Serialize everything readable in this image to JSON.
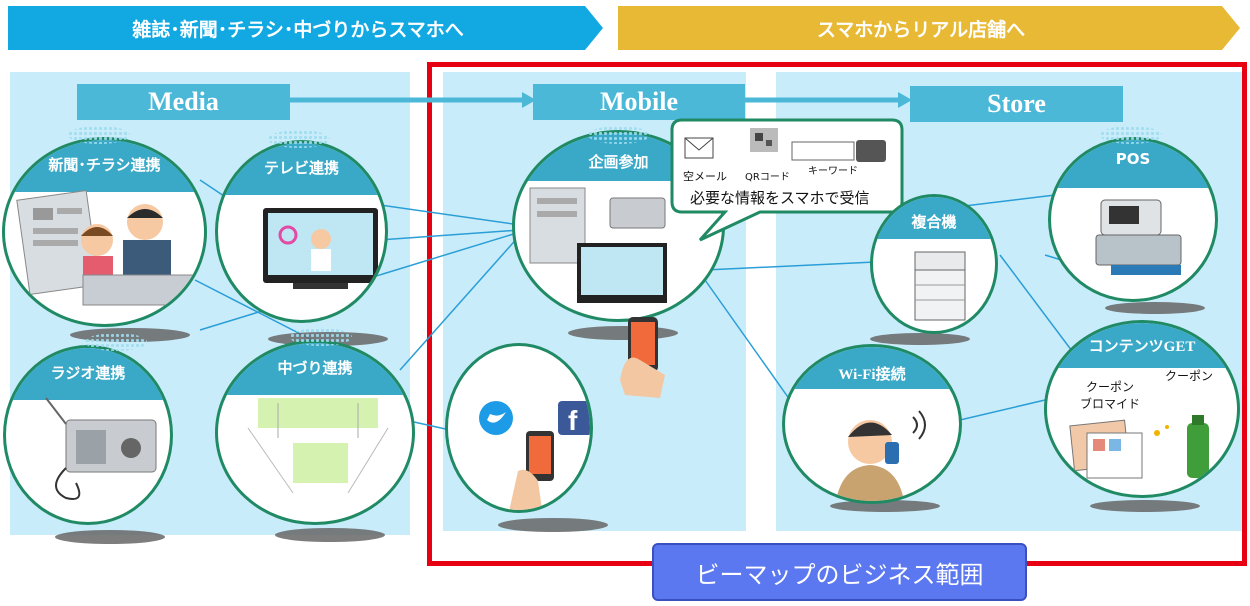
{
  "banners": {
    "left": "雑誌･新聞･チラシ･中づりからスマホへ",
    "right": "スマホからリアル店舗へ"
  },
  "stages": {
    "media": "Media",
    "mobile": "Mobile",
    "store": "Store"
  },
  "media_nodes": {
    "newspaper": "新聞･チラシ連携",
    "tv": "テレビ連携",
    "radio": "ラジオ連携",
    "train_ad": "中づり連携"
  },
  "mobile_nodes": {
    "campaign": "企画参加"
  },
  "callout": {
    "empty_mail": "空メール",
    "qr_code": "QRコード",
    "keyword": "キーワード",
    "message": "必要な情報をスマホで受信"
  },
  "store_nodes": {
    "pos": "POS",
    "mfp": "複合機",
    "contents": "コンテンツGET",
    "coupon_promide": "クーポン\nブロマイド",
    "coupon": "クーポン",
    "wifi": "Wi-Fi接続"
  },
  "business_scope": "ビーマップのビジネス範囲",
  "colors": {
    "banner_left": "#12a9e3",
    "banner_right": "#e8b934",
    "panel": "#c9ecfa",
    "stage_box": "#4bb8d8",
    "circle_border": "#1f8a63",
    "scope_border": "#e60012",
    "scope_label_bg": "#5b78f0"
  }
}
